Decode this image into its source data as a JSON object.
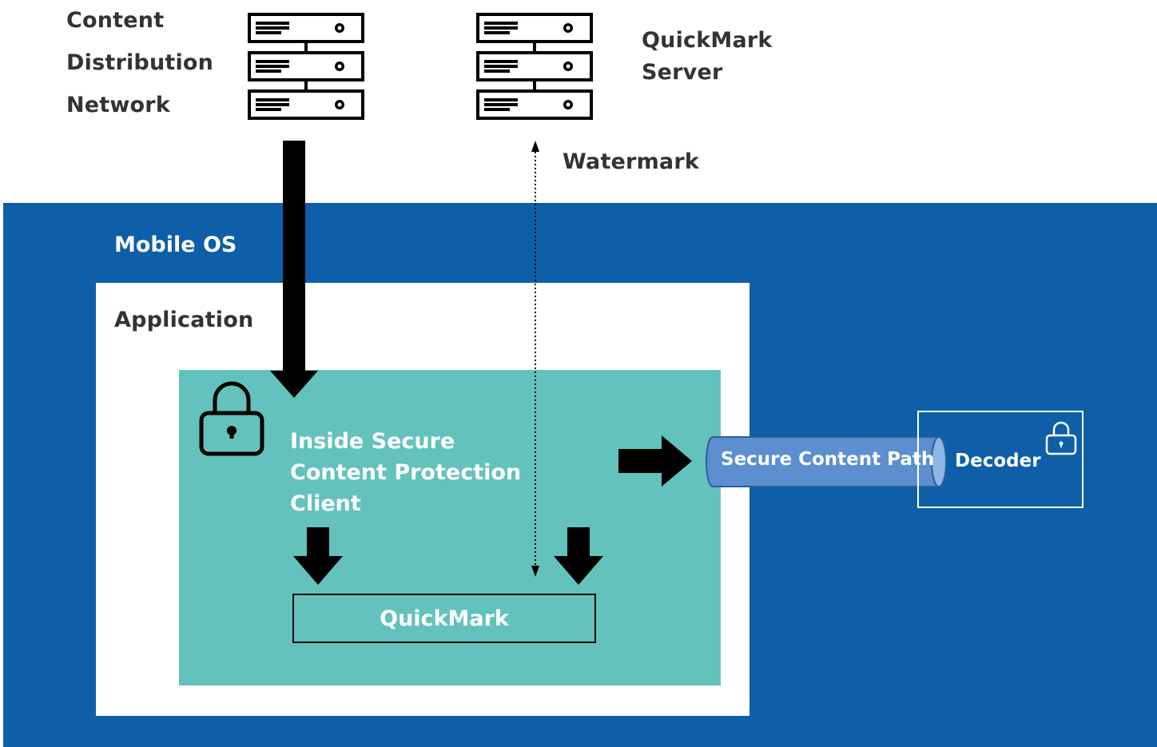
{
  "cdn": {
    "lines": [
      "Content",
      "Distribution",
      "Network"
    ]
  },
  "quickmark_server": {
    "lines": [
      "QuickMark",
      "Server"
    ]
  },
  "watermark_label": "Watermark",
  "mobile_os_label": "Mobile OS",
  "application_label": "Application",
  "client": {
    "lines": [
      "Inside Secure",
      "Content Protection",
      "Client"
    ]
  },
  "quickmark_label": "QuickMark",
  "secure_path_label": "Secure Content Path",
  "decoder_label": "Decoder",
  "colors": {
    "mobile_os": "#0e5fa7",
    "client_box": "#63c2bc",
    "pipe": "#5b8fd0",
    "arrow": "#000000"
  },
  "icons": [
    "server-icon",
    "padlock-icon",
    "arrow-down-icon",
    "arrow-right-icon",
    "dotted-double-arrow-icon"
  ]
}
